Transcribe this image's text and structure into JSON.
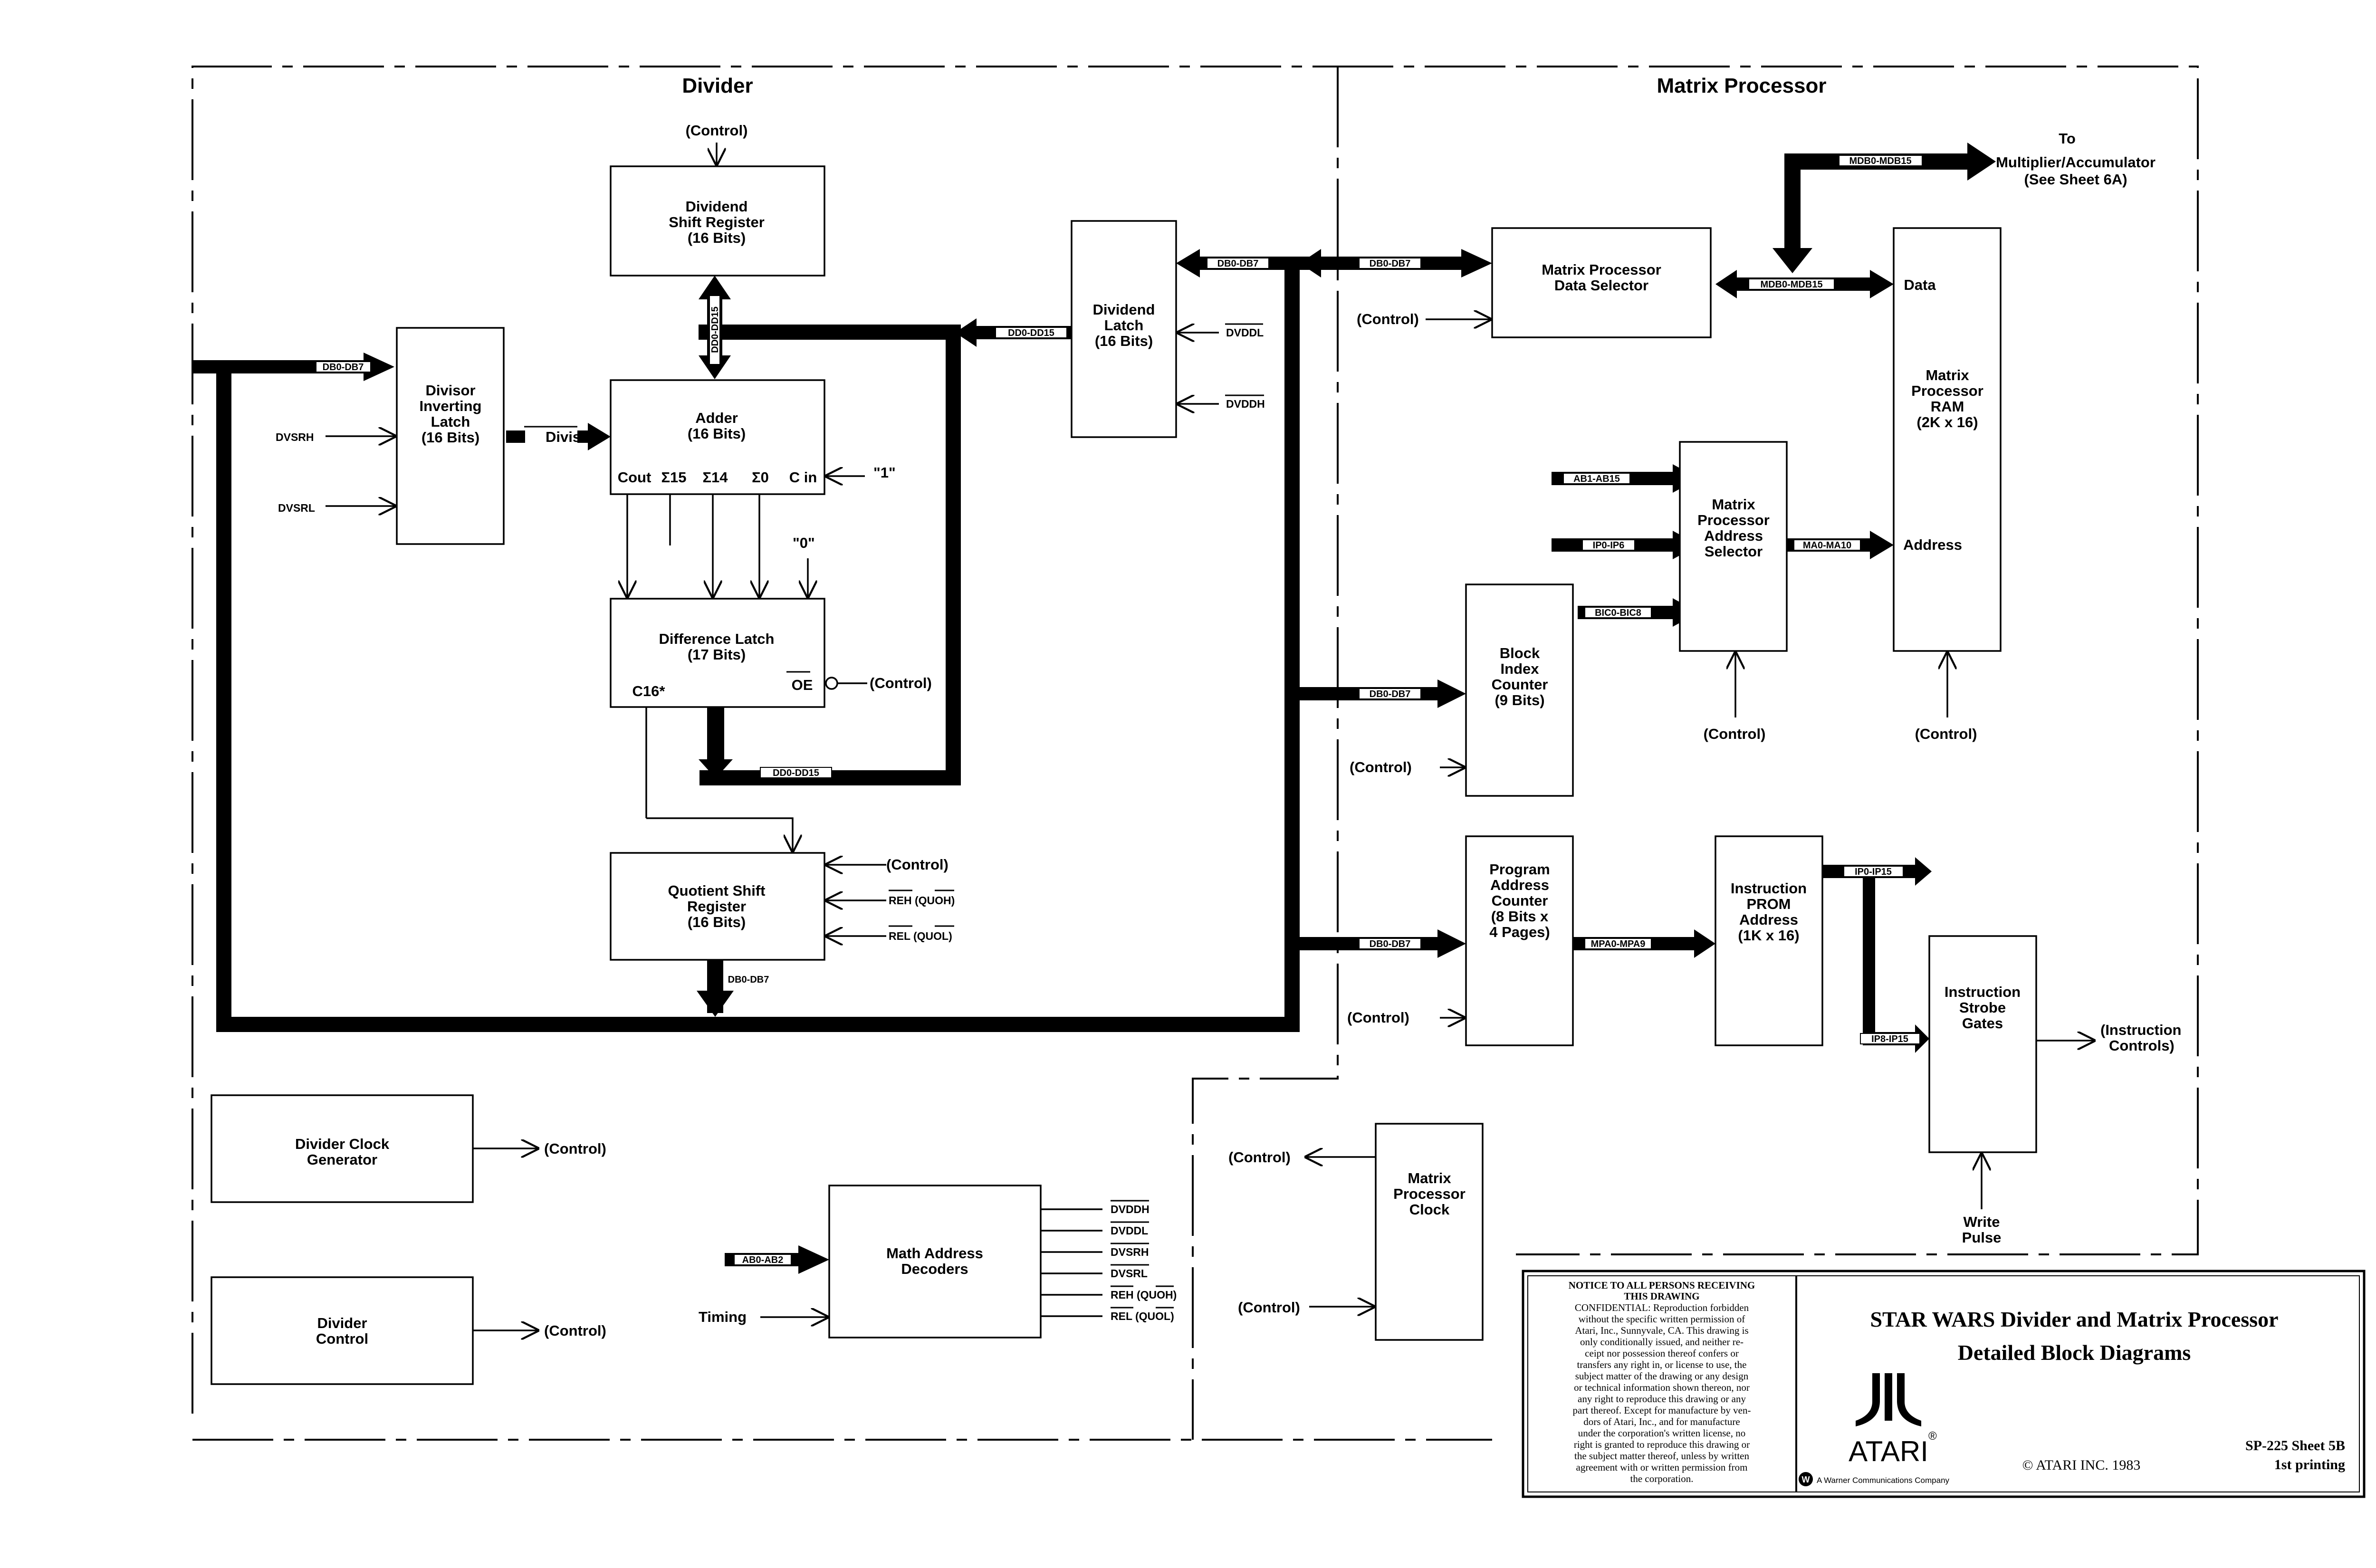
{
  "sections": {
    "divider": "Divider",
    "matrix": "Matrix Processor"
  },
  "blocks": {
    "dividend_shift_register": [
      "Dividend",
      "Shift Register",
      "(16 Bits)"
    ],
    "adder": [
      "Adder",
      "(16 Bits)"
    ],
    "adder_ports": {
      "cout": "Cout",
      "s15": "Σ15",
      "s14": "Σ14",
      "s0": "Σ0",
      "cin": "C in"
    },
    "divisor_inverting_latch": [
      "Divisor",
      "Inverting",
      "Latch",
      "(16 Bits)"
    ],
    "dividend_latch": [
      "Dividend",
      "Latch",
      "(16 Bits)"
    ],
    "difference_latch": [
      "Difference Latch",
      "(17 Bits)"
    ],
    "difference_ports": {
      "c16": "C16*",
      "oe": "OE"
    },
    "quotient_shift_register": [
      "Quotient Shift",
      "Register",
      "(16 Bits)"
    ],
    "divider_clock_generator": [
      "Divider Clock",
      "Generator"
    ],
    "divider_control": [
      "Divider",
      "Control"
    ],
    "math_address_decoders": [
      "Math Address",
      "Decoders"
    ],
    "mp_data_selector": [
      "Matrix Processor",
      "Data Selector"
    ],
    "mp_ram": [
      "Matrix",
      "Processor",
      "RAM",
      "(2K x 16)"
    ],
    "mp_ram_ports": {
      "data": "Data",
      "address": "Address"
    },
    "mp_address_selector": [
      "Matrix",
      "Processor",
      "Address",
      "Selector"
    ],
    "block_index_counter": [
      "Block",
      "Index",
      "Counter",
      "(9 Bits)"
    ],
    "program_address_counter": [
      "Program",
      "Address",
      "Counter",
      "(8 Bits x",
      "4 Pages)"
    ],
    "instruction_prom": [
      "Instruction",
      "PROM",
      "Address",
      "(1K x 16)"
    ],
    "instruction_strobe_gates": [
      "Instruction",
      "Strobe",
      "Gates"
    ],
    "mp_clock": [
      "Matrix",
      "Processor",
      "Clock"
    ]
  },
  "signals": {
    "control": "(Control)",
    "one": "\"1\"",
    "zero": "\"0\"",
    "dvsrh": "DVSRH",
    "dvsrl": "DVSRL",
    "divisor": "Divisor",
    "dvddl": "DVDDL",
    "dvddh": "DVDDH",
    "reh_quoh": "REH (QUOH)",
    "rel_quol": "REL (QUOL)",
    "dec_out": [
      "DVDDH",
      "DVDDL",
      "DVSRH",
      "DVSRL",
      "REH (QUOH)",
      "REL (QUOL)"
    ],
    "timing": "Timing",
    "write_pulse": [
      "Write",
      "Pulse"
    ],
    "instruction_controls": [
      "(Instruction",
      "Controls)"
    ],
    "to_mult": [
      "To",
      "Multiplier/Accumulator",
      "(See Sheet 6A)"
    ]
  },
  "buses": {
    "db0_db7": "DB0-DB7",
    "dd0_dd15": "DD0-DD15",
    "mdb0_mdb15": "MDB0-MDB15",
    "ab1_ab15": "AB1-AB15",
    "ip0_ip6": "IP0-IP6",
    "bic0_bic8": "BIC0-BIC8",
    "ma0_ma10": "MA0-MA10",
    "mpa0_mpa9": "MPA0-MPA9",
    "ip0_ip15": "IP0-IP15",
    "ip8_ip15": "IP8-IP15",
    "ab0_ab2": "AB0-AB2"
  },
  "title_block": {
    "notice_title": [
      "NOTICE TO ALL PERSONS RECEIVING",
      "THIS DRAWING"
    ],
    "notice_lines": [
      "CONFIDENTIAL: Reproduction forbidden",
      "without the specific written permission of",
      "Atari, Inc., Sunnyvale, CA. This drawing is",
      "only conditionally issued, and neither re-",
      "ceipt nor possession thereof confers or",
      "transfers any right in, or license to use, the",
      "subject matter of the drawing or any design",
      "or technical information shown thereon, nor",
      "any right to reproduce this drawing or any",
      "part thereof. Except for manufacture by ven-",
      "dors of Atari, Inc., and for manufacture",
      "under the corporation's written license, no",
      "right is granted to reproduce this drawing or",
      "the subject matter thereof, unless by written",
      "agreement with or written permission from",
      "the corporation."
    ],
    "title_line1": "STAR WARS Divider and Matrix Processor",
    "title_line2": "Detailed Block Diagrams",
    "brand": "ATARI",
    "registered": "®",
    "warner": "A Warner Communications Company",
    "warner_badge": "W",
    "copyright": "© ATARI INC. 1983",
    "sheet": "SP-225   Sheet 5B",
    "printing": "1st printing"
  }
}
